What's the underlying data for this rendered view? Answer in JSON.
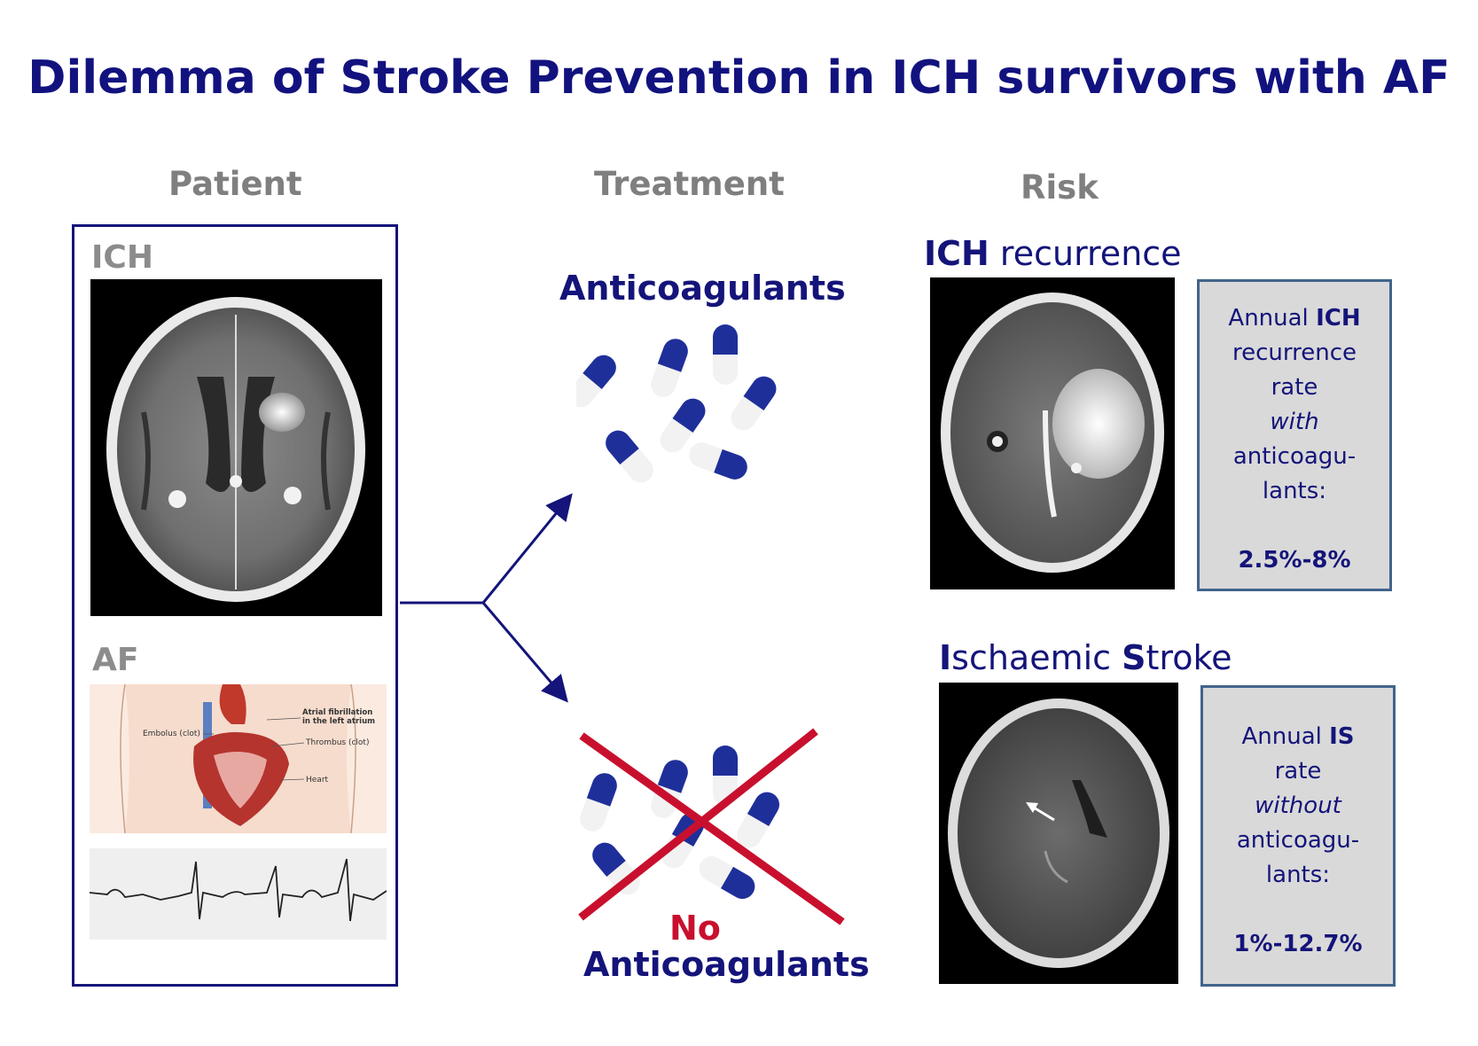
{
  "title": "Dilemma of Stroke Prevention in ICH survivors with AF",
  "columns": {
    "patient": "Patient",
    "treatment": "Treatment",
    "risk": "Risk"
  },
  "patient": {
    "ich_label": "ICH",
    "af_label": "AF",
    "heart_labels": {
      "embolus": "Embolus (clot)",
      "af_line1": "Atrial fibrillation",
      "af_line2": "in the left atrium",
      "thrombus": "Thrombus (clot)",
      "heart": "Heart"
    }
  },
  "treatment": {
    "anticoagulants": "Anticoagulants",
    "no": "No",
    "no_anticoagulants": "Anticoagulants"
  },
  "risk": {
    "ich": {
      "heading_bold": "ICH",
      "heading_rest": " recurrence",
      "box": {
        "l1_pre": "Annual ",
        "l1_bold": "ICH",
        "l2": "recurrence",
        "l3": "rate",
        "l4": "with",
        "l5": "anticoagu-",
        "l6": "lants:",
        "value": "2.5%-8%"
      }
    },
    "is": {
      "heading_i": "I",
      "heading_mid": "schaemic ",
      "heading_s": "S",
      "heading_rest": "troke",
      "box": {
        "l1_pre": "Annual ",
        "l1_bold": "IS",
        "l2": "rate",
        "l3": "without",
        "l4": "anticoagu-",
        "l5": "lants:",
        "value": "1%-12.7%"
      }
    }
  },
  "colors": {
    "navy": "#14147a",
    "capsule_blue": "#1f2f9a",
    "cross_red": "#c8102e",
    "box_fill": "#d9d9d9",
    "box_border": "#41648c"
  }
}
